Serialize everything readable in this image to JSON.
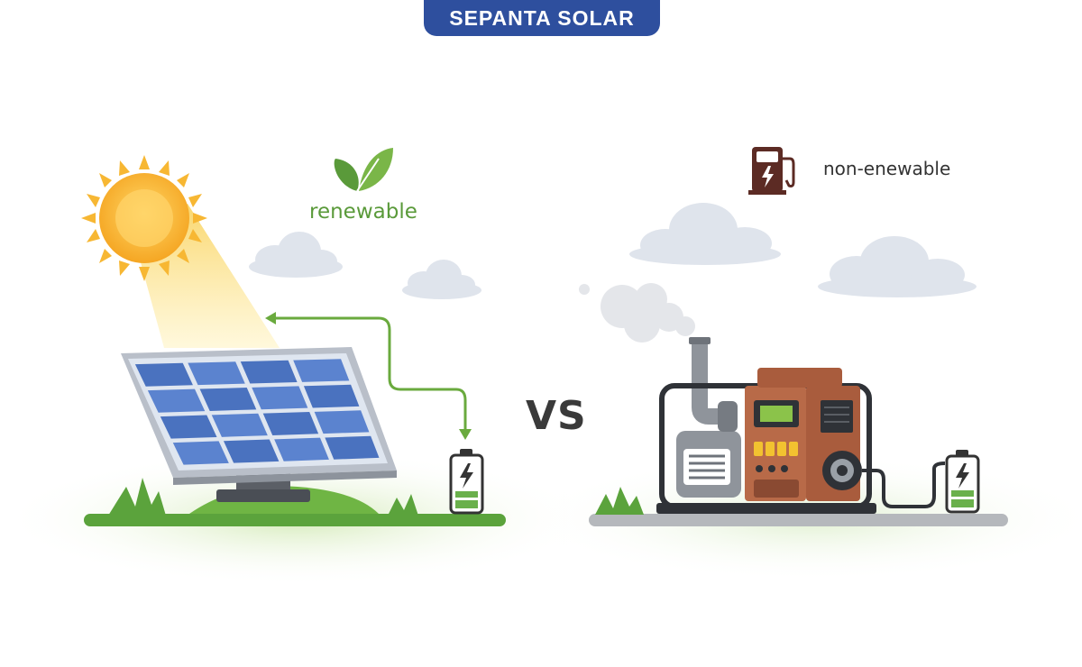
{
  "brand": {
    "name": "SEPANTA SOLAR"
  },
  "left": {
    "label": "renewable",
    "icons": [
      "sun-icon",
      "leaf-icon",
      "solar-panel",
      "battery-icon"
    ]
  },
  "comparison": {
    "label": "VS"
  },
  "right": {
    "label": "non-enewable",
    "icons": [
      "fuel-pump-icon",
      "generator",
      "smoke-cloud",
      "battery-icon"
    ]
  },
  "colors": {
    "brand": "#2e4f9e",
    "renewable": "#5a9a3a",
    "sun": "#f7b733",
    "panel": "#4f76c4",
    "generator": "#b86a48",
    "grass": "#5ba33c"
  }
}
